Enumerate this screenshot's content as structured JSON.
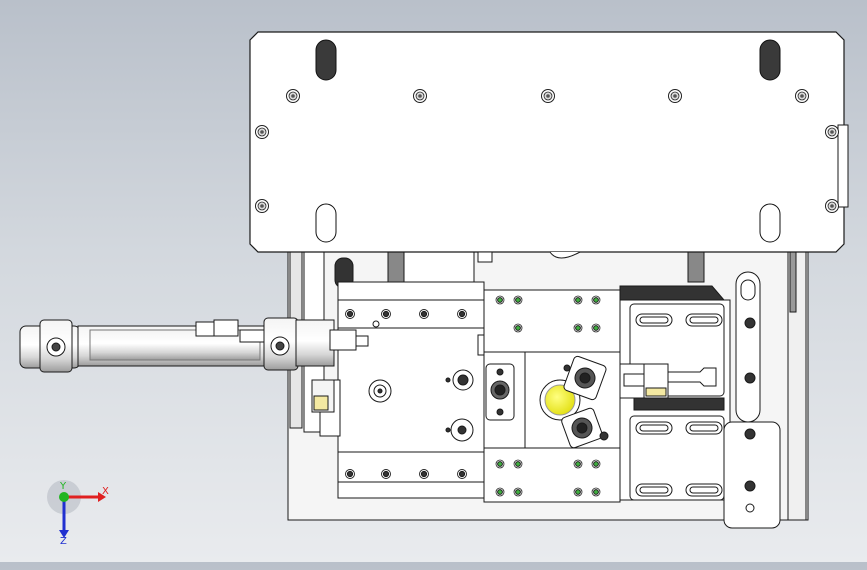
{
  "viewport": {
    "background_top": "#b9c0ca",
    "background_bottom": "#e9ebee",
    "part_fill": "#ffffff",
    "edge_color": "#1a1a1a",
    "highlight_color": "#f4f22e",
    "hole_green": "#3fae3f"
  },
  "triad": {
    "x_label": "X",
    "y_label": "Y",
    "z_label": "Z",
    "x_color": "#e02020",
    "y_color": "#21b521",
    "z_color": "#2030d0"
  }
}
